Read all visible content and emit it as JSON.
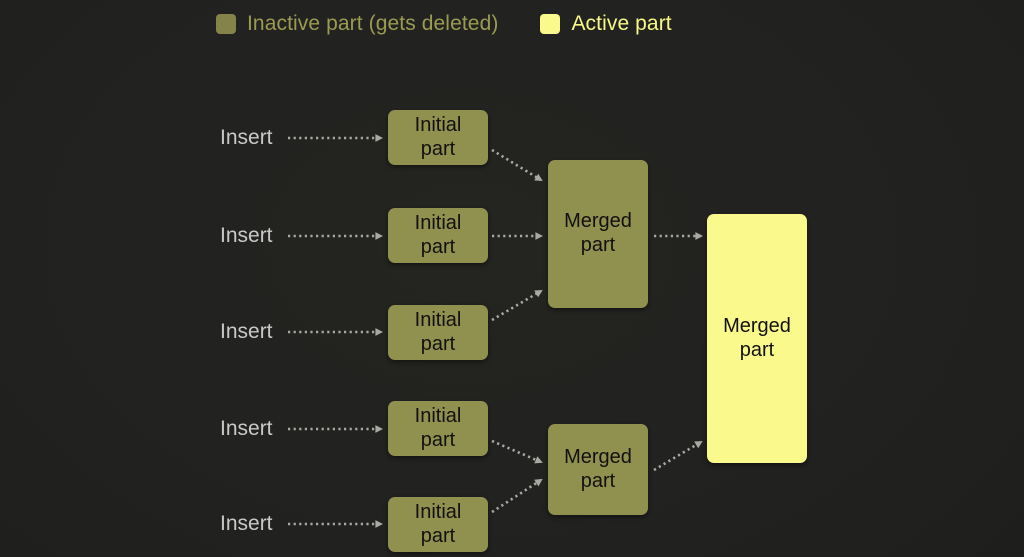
{
  "legend": {
    "items": [
      {
        "label": "Inactive part (gets deleted)",
        "swatch_color": "#84844a",
        "text_color": "#9b9b52",
        "state": "inactive"
      },
      {
        "label": "Active part",
        "swatch_color": "#fafa8c",
        "text_color": "#f8f887",
        "state": "active"
      }
    ]
  },
  "diagram": {
    "background_color": "#212120",
    "inactive_node_color": "#90904f",
    "active_node_color": "#fafa8c",
    "node_text_color": "#111110",
    "edge_color": "#a9a9a4",
    "insert_labels": [
      {
        "text": "Insert"
      },
      {
        "text": "Insert"
      },
      {
        "text": "Insert"
      },
      {
        "text": "Insert"
      },
      {
        "text": "Insert"
      }
    ],
    "initial_parts": [
      {
        "line1": "Initial",
        "line2": "part"
      },
      {
        "line1": "Initial",
        "line2": "part"
      },
      {
        "line1": "Initial",
        "line2": "part"
      },
      {
        "line1": "Initial",
        "line2": "part"
      },
      {
        "line1": "Initial",
        "line2": "part"
      }
    ],
    "merged_parts": [
      {
        "line1": "Merged",
        "line2": "part"
      },
      {
        "line1": "Merged",
        "line2": "part"
      }
    ],
    "final_part": {
      "line1": "Merged",
      "line2": "part"
    }
  }
}
